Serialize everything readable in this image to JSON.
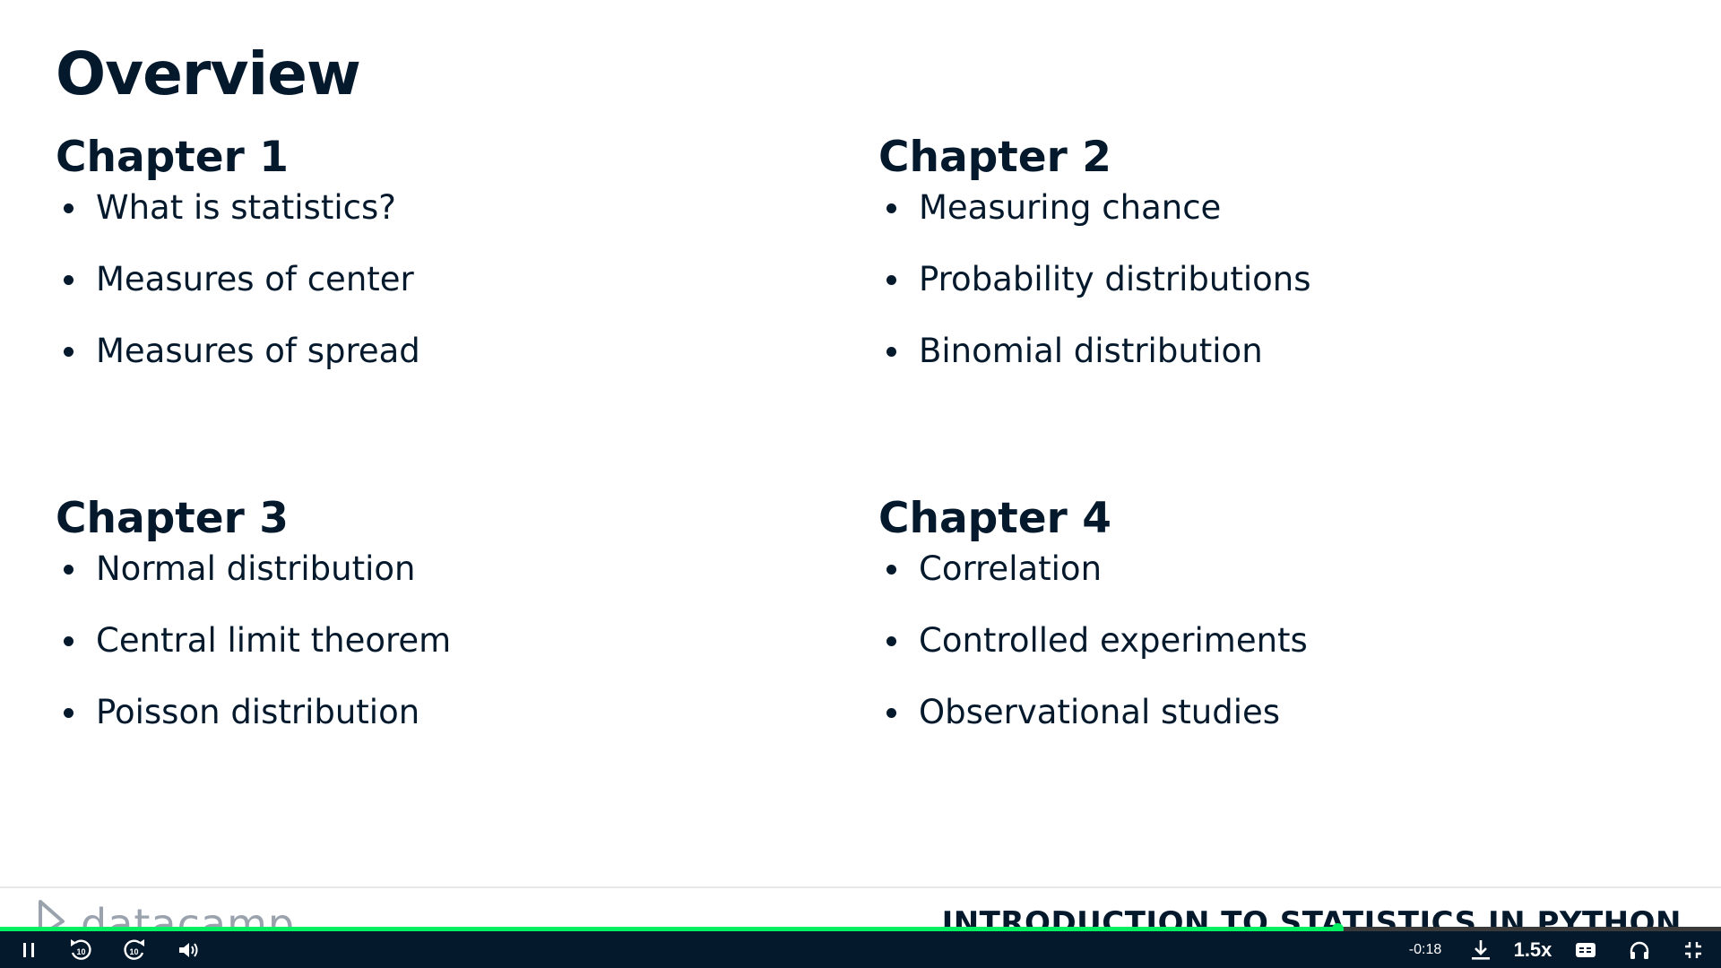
{
  "slide": {
    "title": "Overview",
    "chapters": [
      {
        "heading": "Chapter 1",
        "items": [
          "What is statistics?",
          "Measures of center",
          "Measures of spread"
        ]
      },
      {
        "heading": "Chapter 2",
        "items": [
          "Measuring chance",
          "Probability distributions",
          "Binomial distribution"
        ]
      },
      {
        "heading": "Chapter 3",
        "items": [
          "Normal distribution",
          "Central limit theorem",
          "Poisson distribution"
        ]
      },
      {
        "heading": "Chapter 4",
        "items": [
          "Correlation",
          "Controlled experiments",
          "Observational studies"
        ]
      }
    ],
    "footer": {
      "logo_text": "datacamp",
      "course_title": "INTRODUCTION TO STATISTICS IN PYTHON"
    }
  },
  "player": {
    "progress_fraction": 0.777,
    "time_remaining": "-0:18",
    "playback_speed": "1.5x",
    "rewind_seconds": "10",
    "forward_seconds": "10",
    "icons": {
      "pause": "pause-icon",
      "rewind": "rewind-10-icon",
      "forward": "forward-10-icon",
      "volume": "volume-icon",
      "download": "download-icon",
      "captions": "closed-captions-icon",
      "audio": "headphones-icon",
      "fullscreen": "exit-fullscreen-icon"
    },
    "colors": {
      "progress": "#03ef62",
      "control_bar": "#05192d"
    }
  }
}
